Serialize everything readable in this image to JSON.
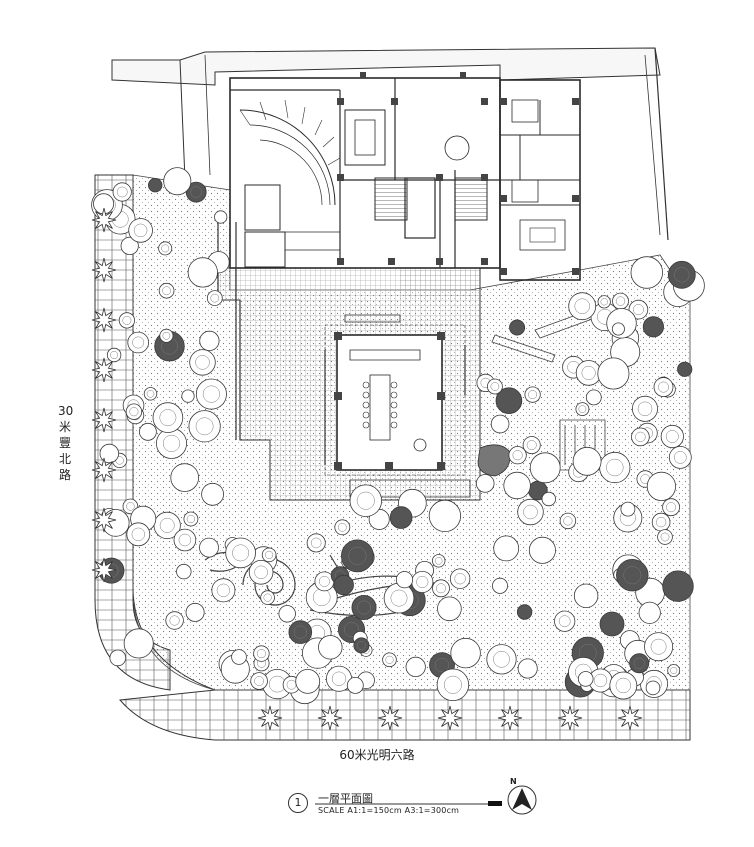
{
  "roads": {
    "west_label": "30米豐北路",
    "south_label": "60米光明六路"
  },
  "title_block": {
    "number": "1",
    "title": "一層平面圖",
    "scale": "SCALE  A1:1=150cm  A3:1=300cm",
    "north_symbol": "N"
  },
  "colors": {
    "line": "#2a2a2a",
    "hatch": "#9a9a9a",
    "column": "#444444",
    "tree": "#3a3a3a"
  }
}
